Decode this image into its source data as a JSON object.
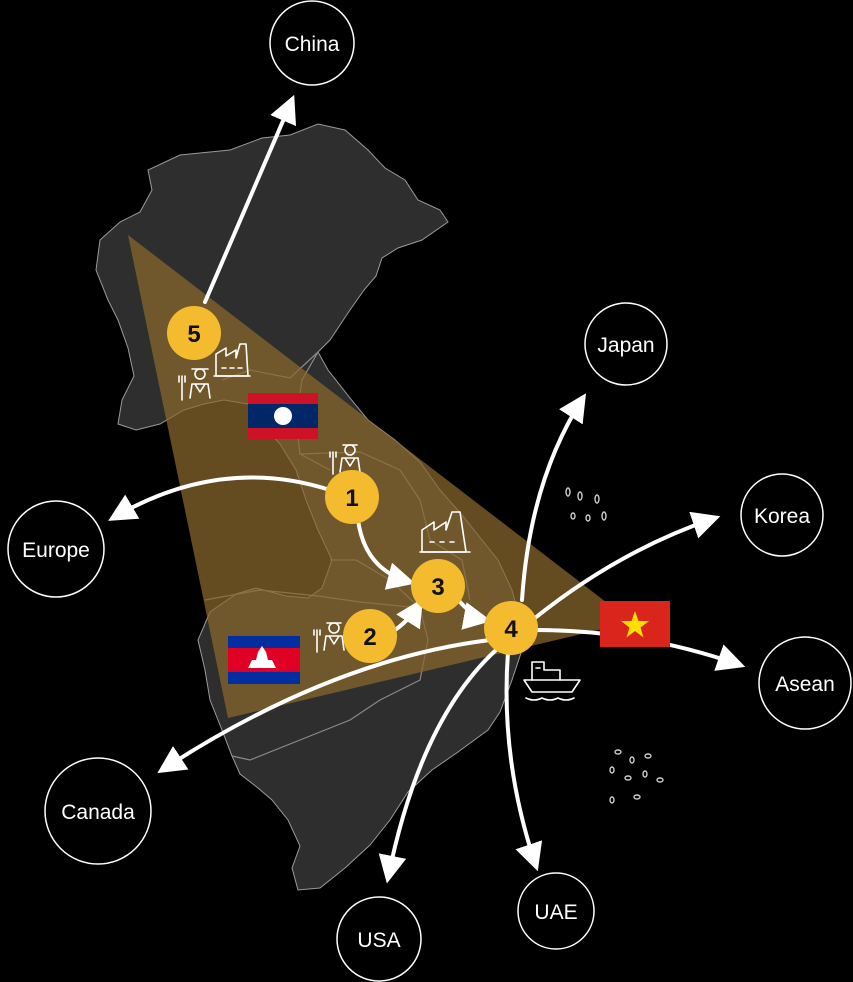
{
  "destinations": {
    "china": "China",
    "japan": "Japan",
    "korea": "Korea",
    "europe": "Europe",
    "asean": "Asean",
    "canada": "Canada",
    "usa": "USA",
    "uae": "UAE"
  },
  "nodes": {
    "n1": "1",
    "n2": "2",
    "n3": "3",
    "n4": "4",
    "n5": "5"
  },
  "icons": {
    "farmer": "farmer-icon",
    "factory": "factory-icon",
    "ship": "cargo-ship-icon",
    "rice": "rice-grains-icon"
  },
  "flags": [
    "laos",
    "cambodia",
    "vietnam"
  ],
  "colors": {
    "background": "#000000",
    "land": "#2e2e2e",
    "border": "#8a8a8a",
    "highlight": "#6b5526",
    "node": "#f4bb2f",
    "arrow": "#ffffff"
  }
}
